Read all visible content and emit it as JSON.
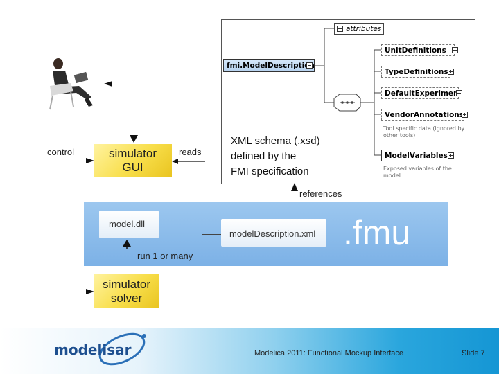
{
  "schema": {
    "attributes": "attributes",
    "root": "fmi.ModelDescription",
    "children": [
      "UnitDefinitions",
      "TypeDefinitions",
      "DefaultExperiment",
      "VendorAnnotations",
      "ModelVariables"
    ],
    "vendor_note": "Tool specific data (ignored by other tools)",
    "variables_note": "Exposed variables of the model"
  },
  "caption": {
    "line1": "XML schema (.xsd)",
    "line2": "defined by the",
    "line3": "FMI specification"
  },
  "labels": {
    "control": "control",
    "reads": "reads",
    "references": "references",
    "run": "run 1 or many"
  },
  "gui_box": {
    "line1": "simulator",
    "line2": "GUI"
  },
  "solver_box": {
    "line1": "simulator",
    "line2": "solver"
  },
  "fmu": {
    "dll": "model.dll",
    "xml": "modelDescription.xml",
    "ext": ".fmu"
  },
  "footer": {
    "logo": "modelisar",
    "title": "Modelica 2011: Functional Mockup Interface",
    "slide": "Slide 7"
  },
  "colors": {
    "yellow": "#f8de4a",
    "fmu_blue": "#88bbea",
    "footer_blue": "#1596d4"
  }
}
